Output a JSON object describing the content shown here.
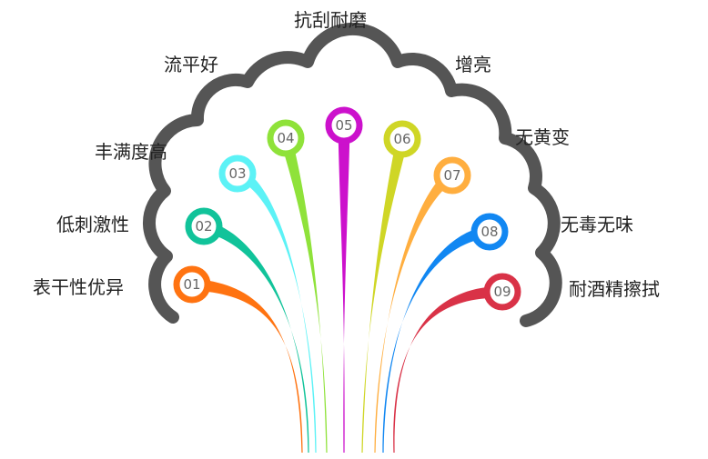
{
  "colors": {
    "outline": "#555555",
    "background": "#ffffff",
    "number_text": "#666666",
    "label_text": "#222222"
  },
  "items": [
    {
      "number": "01",
      "label": "表干性优异",
      "color": "#ff7311"
    },
    {
      "number": "02",
      "label": "低刺激性",
      "color": "#11c39a"
    },
    {
      "number": "03",
      "label": "丰满度高",
      "color": "#5cf2f6"
    },
    {
      "number": "04",
      "label": "流平好",
      "color": "#8fe23a"
    },
    {
      "number": "05",
      "label": "抗刮耐磨",
      "color": "#cc11cc"
    },
    {
      "number": "06",
      "label": "增亮",
      "color": "#cfd626"
    },
    {
      "number": "07",
      "label": "无黄变",
      "color": "#ffae3f"
    },
    {
      "number": "08",
      "label": "无毒无味",
      "color": "#1187f2"
    },
    {
      "number": "09",
      "label": "耐酒精擦拭",
      "color": "#d93247"
    }
  ]
}
